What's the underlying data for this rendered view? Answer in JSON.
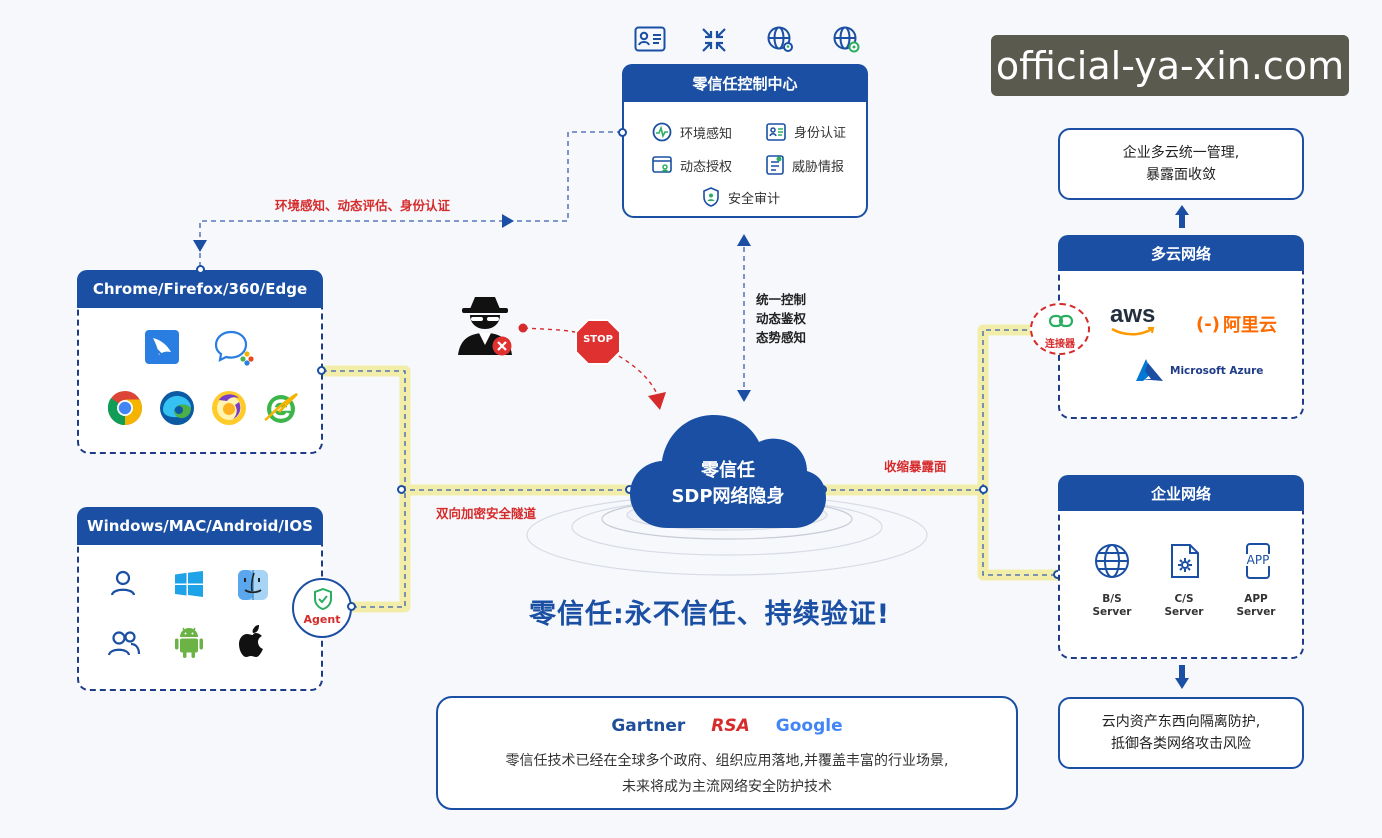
{
  "watermark": "official-ya-xin.com",
  "control_center": {
    "title": "零信任控制中心",
    "items": [
      "环境感知",
      "身份认证",
      "动态授权",
      "威胁情报",
      "安全审计"
    ]
  },
  "labels": {
    "top_flow": "环境感知、动态评估、身份认证",
    "center_flow": [
      "统一控制",
      "动态鉴权",
      "态势感知"
    ],
    "tunnel": "双向加密安全隧道",
    "shrink": "收缩暴露面",
    "stop": "STOP",
    "agent": "Agent",
    "connector": "连接器"
  },
  "browser_panel": {
    "title": "Chrome/Firefox/360/Edge"
  },
  "os_panel": {
    "title": "Windows/MAC/Android/IOS"
  },
  "cloud": {
    "line1": "零信任",
    "line2": "SDP网络隐身"
  },
  "headline": "零信任:永不信任、持续验证!",
  "multicloud": {
    "top_box": [
      "企业多云统一管理,",
      "暴露面收敛"
    ],
    "title": "多云网络",
    "providers": {
      "aws": "aws",
      "aliyun": "阿里云",
      "azure": "Microsoft Azure"
    }
  },
  "enterprise": {
    "title": "企业网络",
    "servers": [
      {
        "line1": "B/S",
        "line2": "Server"
      },
      {
        "line1": "C/S",
        "line2": "Server"
      },
      {
        "line1": "APP",
        "line2": "Server"
      }
    ],
    "bottom_box": [
      "云内资产东西向隔离防护,",
      "抵御各类网络攻击风险"
    ]
  },
  "bottom": {
    "logos": [
      "Gartner",
      "RSA",
      "Google"
    ],
    "text": [
      "零信任技术已经在全球多个政府、组织应用落地,并覆盖丰富的行业场景,",
      "未来将成为主流网络安全防护技术"
    ]
  },
  "colors": {
    "primary": "#1a4fa3",
    "red": "#d62b2b",
    "tunnel": "#f3efa8"
  }
}
